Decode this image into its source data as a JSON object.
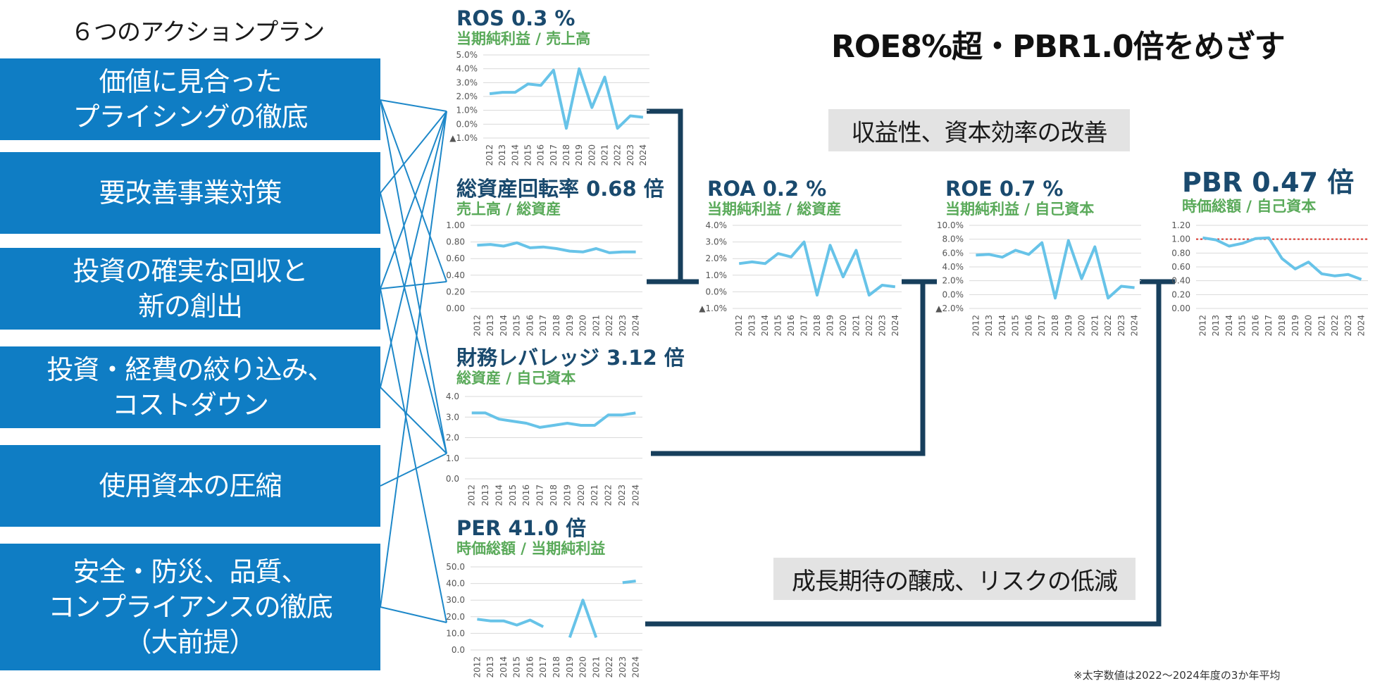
{
  "plan_title": "６つのアクションプラン",
  "action_plans": [
    {
      "label": "価値に見合った\nプライシングの徹底"
    },
    {
      "label": "要改善事業対策"
    },
    {
      "label": "投資の確実な回収と\n新の創出"
    },
    {
      "label": "投資・経費の絞り込み、\nコストダウン"
    },
    {
      "label": "使用資本の圧縮"
    },
    {
      "label": "安全・防災、品質、\nコンプライアンスの徹底\n（大前提）"
    }
  ],
  "main_goal": "ROE8%超・PBR1.0倍をめざす",
  "label_profitability": "収益性、資本効率の改善",
  "label_growth": "成長期待の醸成、リスクの低減",
  "footnote": "※太字数値は2022～2024年度の3か年平均",
  "colors": {
    "action_box": "#0f7dc4",
    "series_line": "#67c3e8",
    "connector": "#173f5c",
    "title": "#1a4a6e",
    "subtitle": "#5aaa5a",
    "reference_line": "#d9342b"
  },
  "chart_data": [
    {
      "id": "ros",
      "type": "line",
      "title": "ROS 0.3 %",
      "subtitle": "当期純利益 / 売上高",
      "x": [
        "2012",
        "2013",
        "2014",
        "2015",
        "2016",
        "2017",
        "2018",
        "2019",
        "2020",
        "2021",
        "2022",
        "2023",
        "2024"
      ],
      "values": [
        2.2,
        2.3,
        2.3,
        2.9,
        2.8,
        3.9,
        -0.3,
        4.0,
        1.2,
        3.4,
        -0.3,
        0.6,
        0.5
      ],
      "ylim": [
        -1,
        5
      ],
      "yticks": [
        "▲1.0%",
        "0.0%",
        "1.0%",
        "2.0%",
        "3.0%",
        "4.0%",
        "5.0%"
      ]
    },
    {
      "id": "asset_turnover",
      "type": "line",
      "title": "総資産回転率 0.68 倍",
      "subtitle": "売上高 / 総資産",
      "x": [
        "2012",
        "2013",
        "2014",
        "2015",
        "2016",
        "2017",
        "2018",
        "2019",
        "2020",
        "2021",
        "2022",
        "2023",
        "2024"
      ],
      "values": [
        0.76,
        0.77,
        0.75,
        0.79,
        0.73,
        0.74,
        0.72,
        0.69,
        0.68,
        0.72,
        0.67,
        0.68,
        0.68
      ],
      "ylim": [
        0,
        1
      ],
      "yticks": [
        "0.00",
        "0.20",
        "0.40",
        "0.60",
        "0.80",
        "1.00"
      ]
    },
    {
      "id": "leverage",
      "type": "line",
      "title": "財務レバレッジ 3.12 倍",
      "subtitle": "総資産 / 自己資本",
      "x": [
        "2012",
        "2013",
        "2014",
        "2015",
        "2016",
        "2017",
        "2018",
        "2019",
        "2020",
        "2021",
        "2022",
        "2023",
        "2024"
      ],
      "values": [
        3.2,
        3.2,
        2.9,
        2.8,
        2.7,
        2.5,
        2.6,
        2.7,
        2.6,
        2.6,
        3.1,
        3.1,
        3.2
      ],
      "ylim": [
        0,
        4
      ],
      "yticks": [
        "0.0",
        "1.0",
        "2.0",
        "3.0",
        "4.0"
      ]
    },
    {
      "id": "per",
      "type": "line",
      "title": "PER 41.0 倍",
      "subtitle": "時価総額 / 当期純利益",
      "x": [
        "2012",
        "2013",
        "2014",
        "2015",
        "2016",
        "2017",
        "2018",
        "2019",
        "2020",
        "2021",
        "2022",
        "2023",
        "2024"
      ],
      "values": [
        18.5,
        17.5,
        17.5,
        15,
        18,
        14,
        null,
        7.5,
        30,
        7.5,
        null,
        40.5,
        41.5
      ],
      "ylim": [
        0,
        50
      ],
      "yticks": [
        "0.0",
        "10.0",
        "20.0",
        "30.0",
        "40.0",
        "50.0"
      ]
    },
    {
      "id": "roa",
      "type": "line",
      "title": "ROA 0.2 %",
      "subtitle": "当期純利益 / 総資産",
      "x": [
        "2012",
        "2013",
        "2014",
        "2015",
        "2016",
        "2017",
        "2018",
        "2019",
        "2020",
        "2021",
        "2022",
        "2023",
        "2024"
      ],
      "values": [
        1.7,
        1.8,
        1.7,
        2.3,
        2.1,
        3.0,
        -0.2,
        2.8,
        0.9,
        2.5,
        -0.2,
        0.4,
        0.3
      ],
      "ylim": [
        -1,
        4
      ],
      "yticks": [
        "▲1.0%",
        "0.0%",
        "1.0%",
        "2.0%",
        "3.0%",
        "4.0%"
      ]
    },
    {
      "id": "roe",
      "type": "line",
      "title": "ROE 0.7 %",
      "subtitle": "当期純利益 / 自己資本",
      "x": [
        "2012",
        "2013",
        "2014",
        "2015",
        "2016",
        "2017",
        "2018",
        "2019",
        "2020",
        "2021",
        "2022",
        "2023",
        "2024"
      ],
      "values": [
        5.7,
        5.8,
        5.4,
        6.4,
        5.8,
        7.5,
        -0.5,
        7.8,
        2.3,
        6.9,
        -0.5,
        1.2,
        1.0
      ],
      "ylim": [
        -2,
        10
      ],
      "yticks": [
        "▲2.0%",
        "0.0%",
        "2.0%",
        "4.0%",
        "6.0%",
        "8.0%",
        "10.0%"
      ]
    },
    {
      "id": "pbr",
      "type": "line",
      "title": "PBR 0.47 倍",
      "subtitle": "時価総額 / 自己資本",
      "x": [
        "2012",
        "2013",
        "2014",
        "2015",
        "2016",
        "2017",
        "2018",
        "2019",
        "2020",
        "2021",
        "2022",
        "2023",
        "2024"
      ],
      "values": [
        1.02,
        0.99,
        0.9,
        0.94,
        1.01,
        1.02,
        0.72,
        0.57,
        0.67,
        0.5,
        0.47,
        0.49,
        0.42
      ],
      "ylim": [
        0,
        1.2
      ],
      "yticks": [
        "0.00",
        "0.20",
        "0.40",
        "0.60",
        "0.80",
        "1.00",
        "1.20"
      ],
      "reference_line": 1.0
    }
  ]
}
